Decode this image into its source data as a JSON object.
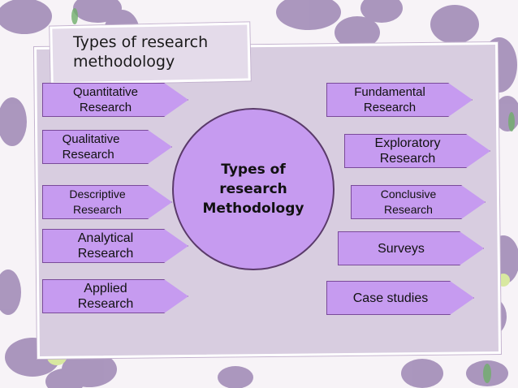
{
  "title": "Types of research\nmethodology",
  "center": "Types of\nresearch\nMethodology",
  "left_items": [
    {
      "label": "Quantitative\nResearch"
    },
    {
      "label": "Qualitative\nResearch"
    },
    {
      "label": "Descriptive\nResearch"
    },
    {
      "label": "Analytical\nResearch"
    },
    {
      "label": "Applied\nResearch"
    }
  ],
  "right_items": [
    {
      "label": "Fundamental\nResearch"
    },
    {
      "label": "Exploratory\nResearch"
    },
    {
      "label": "Conclusive\nResearch"
    },
    {
      "label": "Surveys"
    },
    {
      "label": "Case studies"
    }
  ],
  "colors": {
    "accent": "#c69bf0",
    "board": "#d8cde0",
    "flower": "#a48fb8"
  }
}
